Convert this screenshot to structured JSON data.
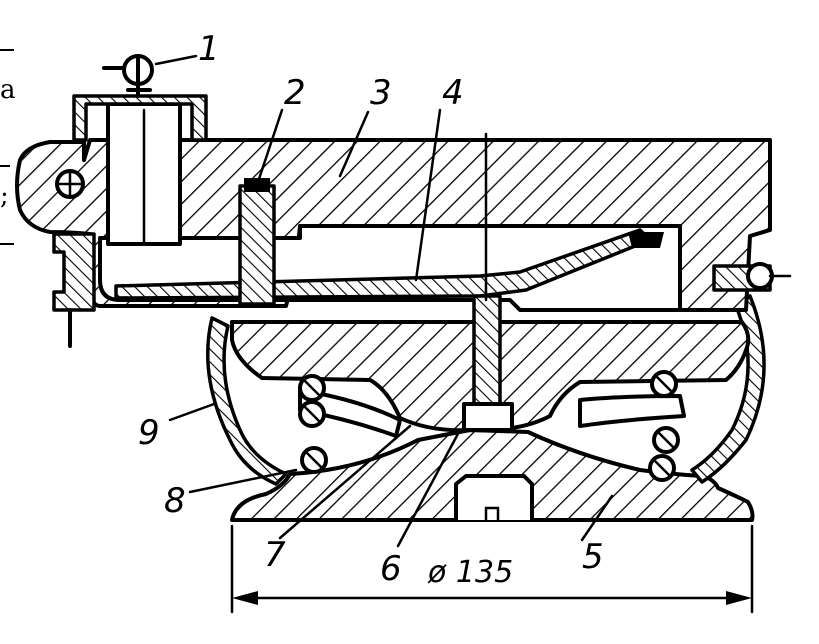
{
  "labels": {
    "l1": "1",
    "l2": "2",
    "l3": "3",
    "l4": "4",
    "l5": "5",
    "l6": "6",
    "l7": "7",
    "l8": "8",
    "l9": "9"
  },
  "dimension": {
    "diameter": "ø 135"
  },
  "margin_text": {
    "stub_a": "a",
    "stub_semicolon": ";"
  }
}
